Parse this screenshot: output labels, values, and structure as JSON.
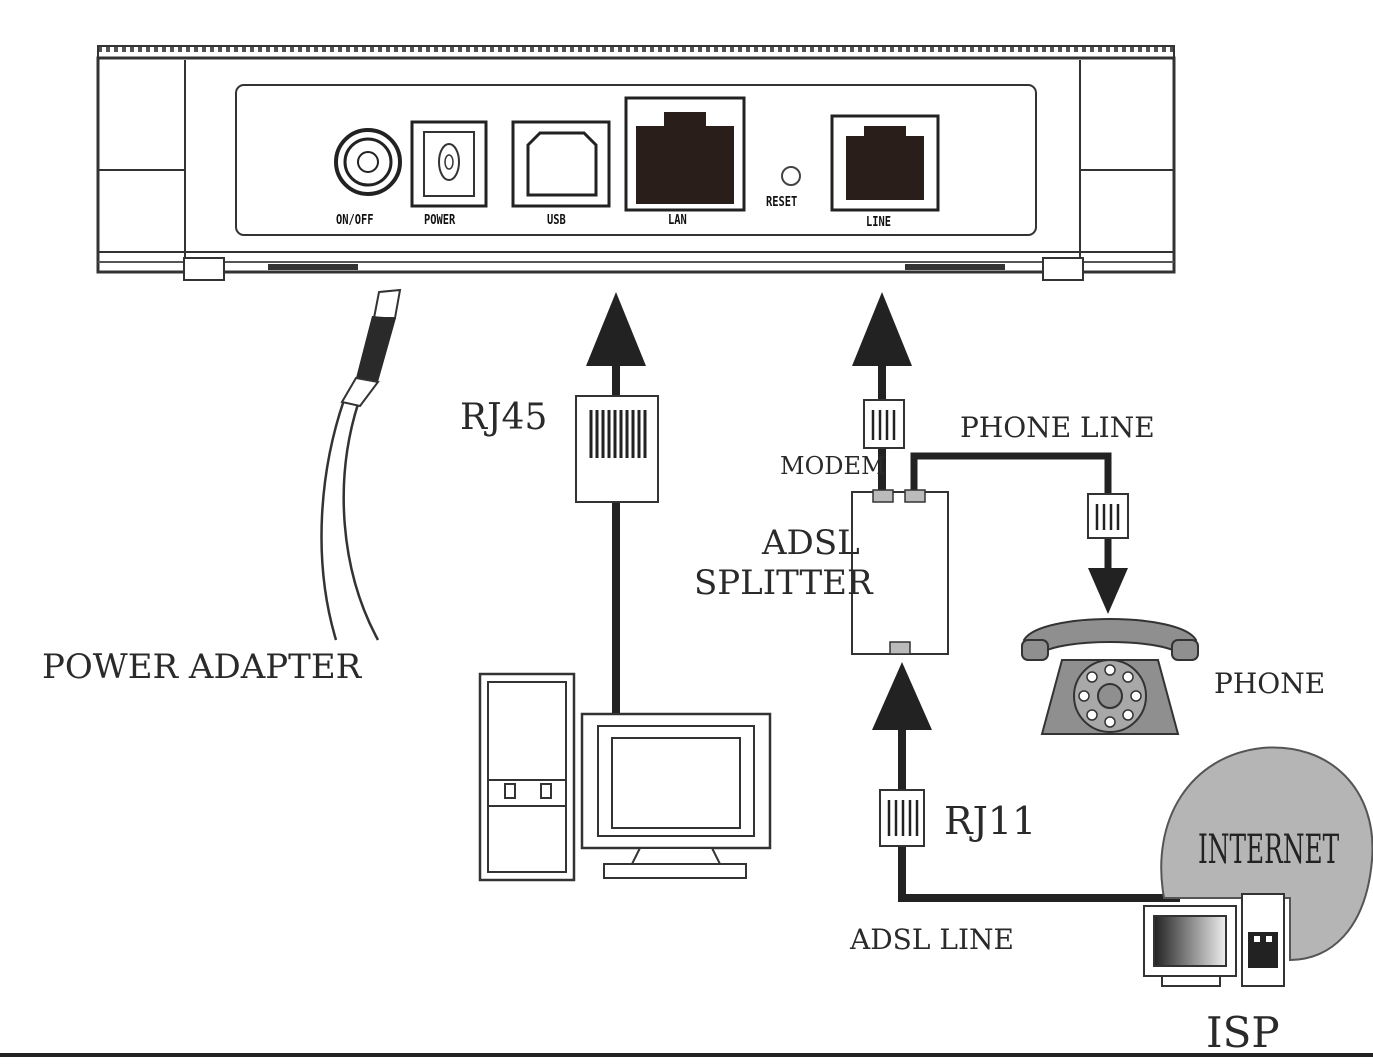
{
  "device": {
    "ports": [
      {
        "id": "onoff",
        "label": "ON/OFF"
      },
      {
        "id": "power",
        "label": "POWER"
      },
      {
        "id": "usb",
        "label": "USB"
      },
      {
        "id": "lan",
        "label": "LAN"
      },
      {
        "id": "reset",
        "label": "RESET"
      },
      {
        "id": "line",
        "label": "LINE"
      }
    ]
  },
  "labels": {
    "power_adapter": "POWER ADAPTER",
    "rj45": "RJ45",
    "modem": "MODEM",
    "phone_line": "PHONE LINE",
    "adsl_splitter_line1": "ADSL",
    "adsl_splitter_line2": "SPLITTER",
    "phone": "PHONE",
    "rj11": "RJ11",
    "internet": "INTERNET",
    "adsl_line": "ADSL LINE",
    "isp": "ISP"
  },
  "icons": [
    "router-rear-panel",
    "power-plug-icon",
    "rj45-connector-icon",
    "rj11-connector-icon",
    "desktop-computer-icon",
    "telephone-icon",
    "internet-cloud-icon",
    "isp-computer-icon",
    "splitter-box"
  ]
}
